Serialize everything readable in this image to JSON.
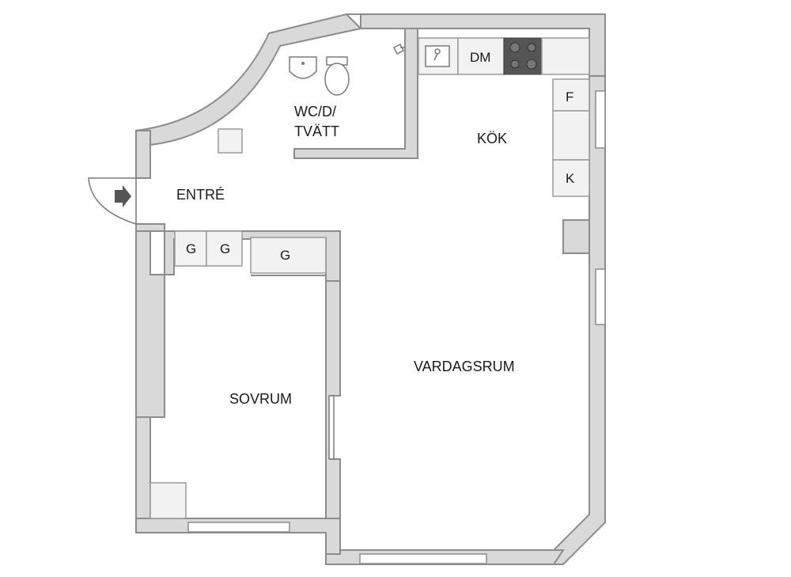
{
  "rooms": {
    "entre": "ENTRÉ",
    "wc": "WC/D/",
    "wc_line2": "TVÄTT",
    "kok": "KÖK",
    "vardagsrum": "VARDAGSRUM",
    "sovrum": "SOVRUM"
  },
  "fixtures": {
    "dm": "DM",
    "f": "F",
    "k": "K",
    "g1": "G",
    "g2": "G",
    "g3": "G"
  },
  "icons": {
    "entrance": "entrance-arrow-icon",
    "stove": "stove-icon",
    "sink": "sink-icon",
    "toilet": "toilet-icon",
    "washbasin": "washbasin-icon",
    "shower": "shower-icon"
  },
  "colors": {
    "wall_fill": "#d9d9d9",
    "wall_stroke": "#8c8c8c",
    "stove": "#555555",
    "arrow": "#555555"
  }
}
